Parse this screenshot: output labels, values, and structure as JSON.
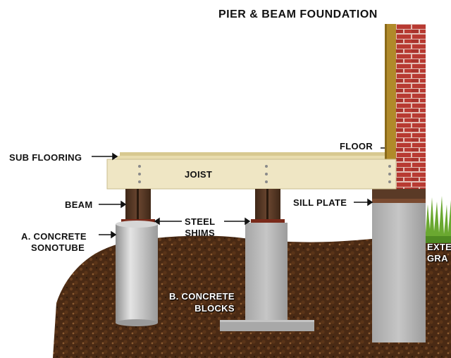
{
  "title": "PIER & BEAM FOUNDATION",
  "labels": {
    "floor": "FLOOR",
    "sub_flooring": "SUB FLOORING",
    "joist": "JOIST",
    "beam": "BEAM",
    "sill_plate": "SILL PLATE",
    "steel_shims": [
      "STEEL",
      "SHIMS"
    ],
    "concrete_sonotube": [
      "A. CONCRETE",
      "SONOTUBE"
    ],
    "concrete_blocks": [
      "B. CONCRETE",
      "BLOCKS"
    ],
    "exterior_grade": [
      "EXTE",
      "GRA"
    ]
  },
  "colors": {
    "soil": "#4a2a14",
    "joist": "#efe6c4",
    "beam": "#5a3a26",
    "brick": "#b83a32",
    "mortar": "#e8c8c0",
    "concrete": "#b8b8b8",
    "grass": "#6aa830",
    "wall_trim": "#b08a2a"
  }
}
